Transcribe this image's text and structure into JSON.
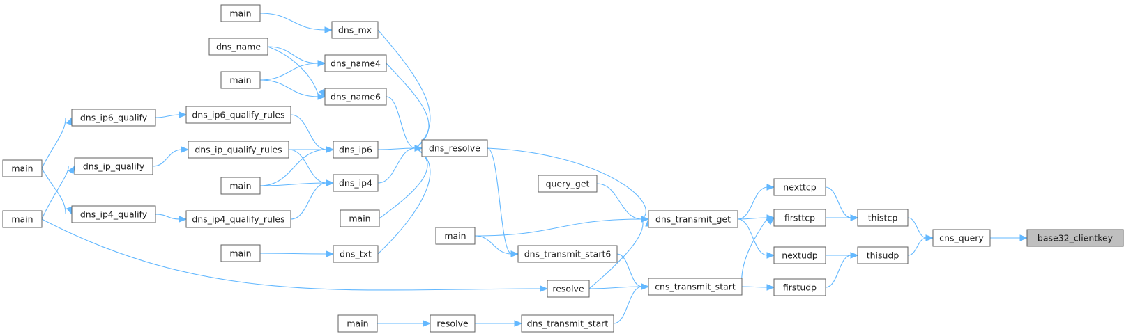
{
  "nodes": [
    {
      "id": "base32_clientkey",
      "label": "base32_clientkey",
      "root": true
    },
    {
      "id": "cns_query",
      "label": "cns_query"
    },
    {
      "id": "thistcp",
      "label": "thistcp"
    },
    {
      "id": "thisudp",
      "label": "thisudp"
    },
    {
      "id": "nexttcp",
      "label": "nexttcp"
    },
    {
      "id": "firsttcp",
      "label": "firsttcp"
    },
    {
      "id": "nextudp",
      "label": "nextudp"
    },
    {
      "id": "firstudp",
      "label": "firstudp"
    },
    {
      "id": "dns_transmit_get",
      "label": "dns_transmit_get"
    },
    {
      "id": "cns_transmit_start",
      "label": "cns_transmit_start"
    },
    {
      "id": "query_get",
      "label": "query_get"
    },
    {
      "id": "dns_resolve",
      "label": "dns_resolve"
    },
    {
      "id": "main_transmit",
      "label": "main"
    },
    {
      "id": "dns_transmit_start6",
      "label": "dns_transmit_start6"
    },
    {
      "id": "resolve1",
      "label": "resolve"
    },
    {
      "id": "dns_transmit_start",
      "label": "dns_transmit_start"
    },
    {
      "id": "resolve2",
      "label": "resolve"
    },
    {
      "id": "main_resolve2",
      "label": "main"
    },
    {
      "id": "dns_mx",
      "label": "dns_mx"
    },
    {
      "id": "dns_name4",
      "label": "dns_name4"
    },
    {
      "id": "dns_name6",
      "label": "dns_name6"
    },
    {
      "id": "dns_ip6",
      "label": "dns_ip6"
    },
    {
      "id": "dns_ip4",
      "label": "dns_ip4"
    },
    {
      "id": "main_resolve",
      "label": "main"
    },
    {
      "id": "dns_txt",
      "label": "dns_txt"
    },
    {
      "id": "main_mx",
      "label": "main"
    },
    {
      "id": "dns_name",
      "label": "dns_name"
    },
    {
      "id": "main_name",
      "label": "main"
    },
    {
      "id": "dns_ip6_qualify_rules",
      "label": "dns_ip6_qualify_rules"
    },
    {
      "id": "dns_ip_qualify_rules",
      "label": "dns_ip_qualify_rules"
    },
    {
      "id": "main_ip",
      "label": "main"
    },
    {
      "id": "dns_ip4_qualify_rules",
      "label": "dns_ip4_qualify_rules"
    },
    {
      "id": "main_txt",
      "label": "main"
    },
    {
      "id": "dns_ip6_qualify",
      "label": "dns_ip6_qualify"
    },
    {
      "id": "dns_ip_qualify",
      "label": "dns_ip_qualify"
    },
    {
      "id": "dns_ip4_qualify",
      "label": "dns_ip4_qualify"
    },
    {
      "id": "main_left1",
      "label": "main"
    },
    {
      "id": "main_left2",
      "label": "main"
    }
  ],
  "edges": [
    {
      "from": "cns_query",
      "to": "base32_clientkey"
    },
    {
      "from": "thistcp",
      "to": "cns_query"
    },
    {
      "from": "thisudp",
      "to": "cns_query"
    },
    {
      "from": "nexttcp",
      "to": "thistcp"
    },
    {
      "from": "firsttcp",
      "to": "thistcp"
    },
    {
      "from": "nextudp",
      "to": "thisudp"
    },
    {
      "from": "firstudp",
      "to": "thisudp"
    },
    {
      "from": "dns_transmit_get",
      "to": "nexttcp"
    },
    {
      "from": "dns_transmit_get",
      "to": "firsttcp"
    },
    {
      "from": "dns_transmit_get",
      "to": "nextudp"
    },
    {
      "from": "cns_transmit_start",
      "to": "firsttcp"
    },
    {
      "from": "cns_transmit_start",
      "to": "firstudp"
    },
    {
      "from": "query_get",
      "to": "dns_transmit_get"
    },
    {
      "from": "dns_resolve",
      "to": "dns_transmit_get"
    },
    {
      "from": "main_transmit",
      "to": "dns_transmit_get"
    },
    {
      "from": "resolve1",
      "to": "dns_transmit_get"
    },
    {
      "from": "dns_transmit_start6",
      "to": "cns_transmit_start"
    },
    {
      "from": "resolve1",
      "to": "cns_transmit_start"
    },
    {
      "from": "dns_transmit_start",
      "to": "cns_transmit_start"
    },
    {
      "from": "dns_resolve",
      "to": "dns_transmit_start6"
    },
    {
      "from": "main_transmit",
      "to": "dns_transmit_start6"
    },
    {
      "from": "resolve2",
      "to": "dns_transmit_start"
    },
    {
      "from": "main_resolve2",
      "to": "resolve2"
    },
    {
      "from": "main_left2",
      "to": "resolve1"
    },
    {
      "from": "dns_mx",
      "to": "dns_resolve"
    },
    {
      "from": "dns_name4",
      "to": "dns_resolve"
    },
    {
      "from": "dns_name6",
      "to": "dns_resolve"
    },
    {
      "from": "dns_ip6",
      "to": "dns_resolve"
    },
    {
      "from": "dns_ip4",
      "to": "dns_resolve"
    },
    {
      "from": "main_resolve",
      "to": "dns_resolve"
    },
    {
      "from": "dns_txt",
      "to": "dns_resolve"
    },
    {
      "from": "main_mx",
      "to": "dns_mx"
    },
    {
      "from": "dns_name",
      "to": "dns_name4"
    },
    {
      "from": "dns_name",
      "to": "dns_name6"
    },
    {
      "from": "main_name",
      "to": "dns_name4"
    },
    {
      "from": "main_name",
      "to": "dns_name6"
    },
    {
      "from": "dns_ip6_qualify_rules",
      "to": "dns_ip6"
    },
    {
      "from": "dns_ip_qualify_rules",
      "to": "dns_ip6"
    },
    {
      "from": "dns_ip_qualify_rules",
      "to": "dns_ip4"
    },
    {
      "from": "main_ip",
      "to": "dns_ip6"
    },
    {
      "from": "main_ip",
      "to": "dns_ip4"
    },
    {
      "from": "dns_ip4_qualify_rules",
      "to": "dns_ip4"
    },
    {
      "from": "main_txt",
      "to": "dns_txt"
    },
    {
      "from": "dns_ip6_qualify",
      "to": "dns_ip6_qualify_rules"
    },
    {
      "from": "dns_ip_qualify",
      "to": "dns_ip_qualify_rules"
    },
    {
      "from": "dns_ip4_qualify",
      "to": "dns_ip4_qualify_rules"
    },
    {
      "from": "main_left1",
      "to": "dns_ip6_qualify"
    },
    {
      "from": "main_left1",
      "to": "dns_ip4_qualify"
    },
    {
      "from": "main_left2",
      "to": "dns_ip_qualify"
    }
  ]
}
